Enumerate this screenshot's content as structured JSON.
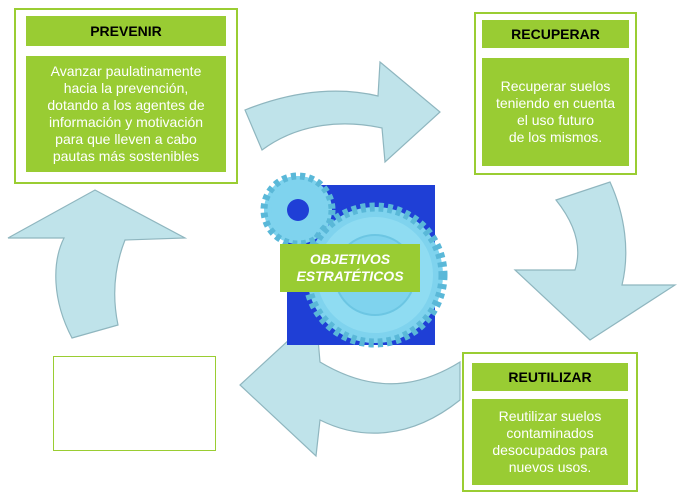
{
  "colors": {
    "green": "#99cc33",
    "arrow_fill": "#bfe3ea",
    "arrow_stroke": "#8fb6bf",
    "blue_square": "#1f3fd6",
    "gear": "#7fd3ee"
  },
  "prevenir": {
    "title": "PREVENIR",
    "text": "Avanzar paulatinamente\nhacia la prevención,\ndotando a los agentes de\ninformación y motivación\npara que lleven a cabo\npautas más sostenibles"
  },
  "recuperar": {
    "title": "RECUPERAR",
    "text": "Recuperar suelos\nteniendo en cuenta\nel uso futuro\nde los mismos."
  },
  "reutilizar": {
    "title": "REUTILIZAR",
    "text": "Reutilizar suelos\ncontaminados\ndesocupados para\nnuevos usos."
  },
  "center": {
    "label": "OBJETIVOS\nESTRATÉTICOS"
  }
}
